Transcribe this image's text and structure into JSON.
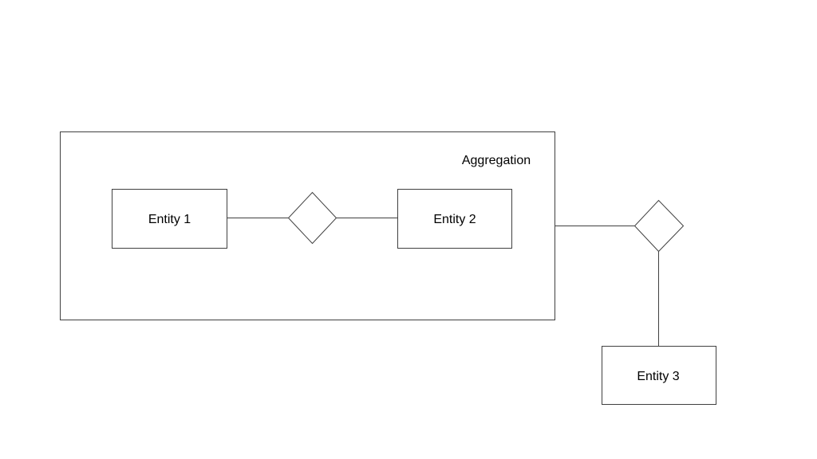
{
  "diagram": {
    "aggregation": {
      "label": "Aggregation"
    },
    "entities": [
      {
        "label": "Entity 1"
      },
      {
        "label": "Entity 2"
      },
      {
        "label": "Entity 3"
      }
    ],
    "colors": {
      "stroke": "#404040",
      "fill": "#ffffff",
      "text": "#000000"
    }
  }
}
